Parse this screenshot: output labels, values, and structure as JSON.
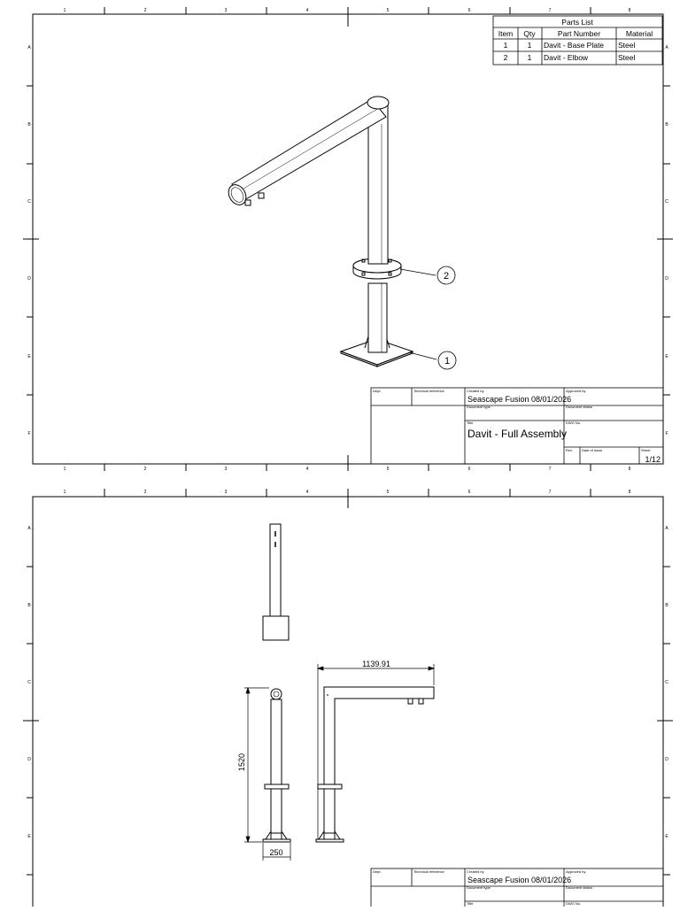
{
  "zones": {
    "columns": [
      "1",
      "2",
      "3",
      "4",
      "5",
      "6",
      "7",
      "8"
    ],
    "rows": [
      "A",
      "B",
      "C",
      "D",
      "E",
      "F"
    ]
  },
  "parts_list": {
    "title": "Parts List",
    "headers": [
      "Item",
      "Qty",
      "Part Number",
      "Material"
    ],
    "rows": [
      [
        "1",
        "1",
        "Davit - Base Plate",
        "Steel"
      ],
      [
        "2",
        "1",
        "Davit - Elbow",
        "Steel"
      ]
    ]
  },
  "balloons": [
    "2",
    "1"
  ],
  "title_block": {
    "dept_label": "Dept.",
    "tech_ref_label": "Technical reference",
    "created_by_label": "Created by",
    "created_by": "Seascape Fusion 08/01/2026",
    "approved_by_label": "Approved by",
    "doc_type_label": "Document type",
    "doc_status_label": "Document status",
    "title_label": "Title",
    "title": "Davit - Full Assembly",
    "dwg_no_label": "DWG No.",
    "rev_label": "Rev.",
    "date_label": "Date of issue",
    "sheet_label": "Sheet",
    "sheet": "1/12"
  },
  "dimensions": {
    "width": "1139.91",
    "height": "1520",
    "base": "250"
  }
}
